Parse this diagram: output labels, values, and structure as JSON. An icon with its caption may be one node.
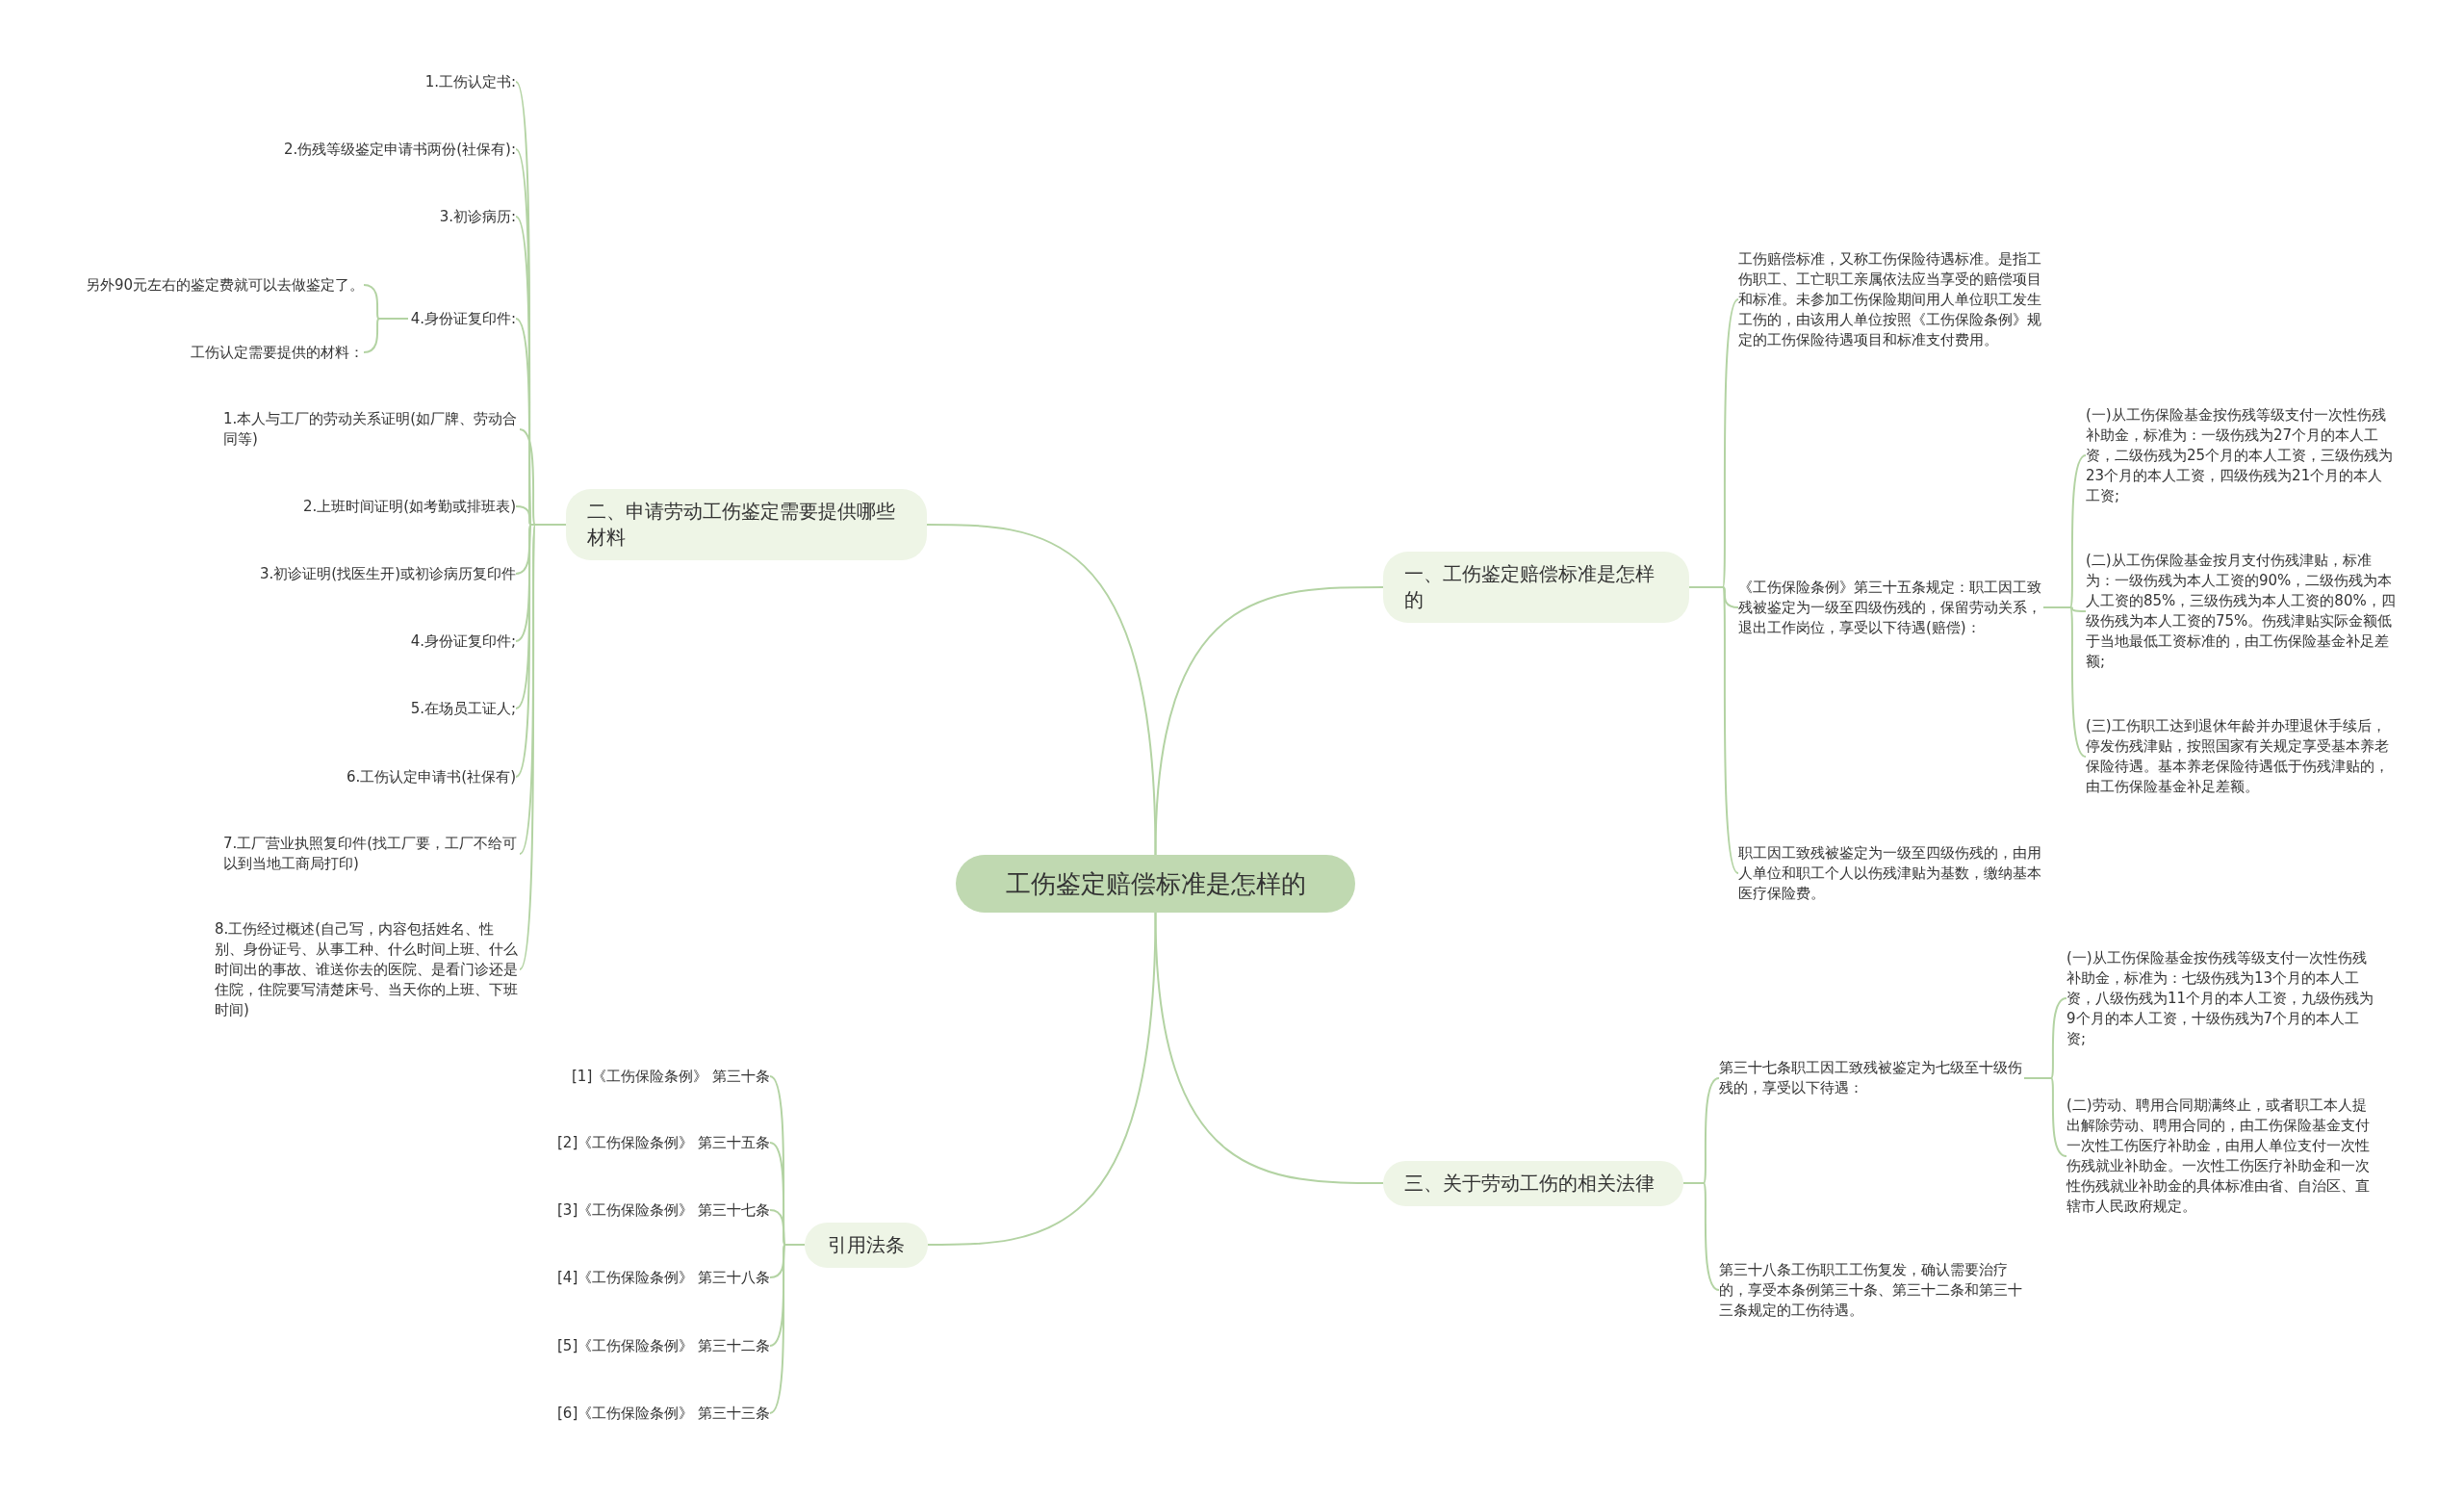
{
  "diagram": {
    "nodes": [
      {
        "text": [
          "工伤鉴定赔偿标准是怎样的"
        ]
      },
      {
        "text": [
          "二、申请劳动工伤鉴定需要提供哪些材料"
        ]
      },
      {
        "text": [
          "1.工伤认定书:"
        ]
      },
      {
        "text": [
          "2.伤残等级鉴定申请书两份(社保有):"
        ]
      },
      {
        "text": [
          "3.初诊病历:"
        ]
      },
      {
        "text": [
          "4.身份证复印件:"
        ]
      },
      {
        "text": [
          "另外90元左右的鉴定费就可以去做鉴定了。"
        ]
      },
      {
        "text": [
          "工伤认定需要提供的材料："
        ]
      },
      {
        "text": [
          "1.本人与工厂的劳动关系证明(如厂牌、劳动合同等)"
        ]
      },
      {
        "text": [
          "2.上班时间证明(如考勤或排班表)"
        ]
      },
      {
        "text": [
          "3.初诊证明(找医生开)或初诊病历复印件"
        ]
      },
      {
        "text": [
          "4.身份证复印件;"
        ]
      },
      {
        "text": [
          "5.在场员工证人;"
        ]
      },
      {
        "text": [
          "6.工伤认定申请书(社保有)"
        ]
      },
      {
        "text": [
          "7.工厂营业执照复印件(找工厂要，工厂不给可以到当地工商局打印)"
        ]
      },
      {
        "text": [
          "8.工伤经过概述(自己写，内容包括姓名、性别、身份证号、从事工种、什么时间上班、什么时间出的事故、谁送你去的医院、是看门诊还是住院，住院要写清楚床号、当天你的上班、下班时间)"
        ]
      },
      {
        "text": [
          "一、工伤鉴定赔偿标准是怎样的"
        ]
      },
      {
        "text": [
          "工伤赔偿标准，又称工伤保险待遇标准。是指工伤职工、工亡职工亲属依法应当享受的赔偿项目和标准。未参加工伤保险期间用人单位职工发生工伤的，由该用人单位按照《工伤保险条例》规定的工伤保险待遇项目和标准支付费用。"
        ]
      },
      {
        "text": [
          "《工伤保险条例》第三十五条规定：职工因工致残被鉴定为一级至四级伤残的，保留劳动关系，退出工作岗位，享受以下待遇(赔偿)："
        ]
      },
      {
        "text": [
          "(一)从工伤保险基金按伤残等级支付一次性伤残补助金，标准为：一级伤残为27个月的本人工资，二级伤残为25个月的本人工资，三级伤残为23个月的本人工资，四级伤残为21个月的本人工资;"
        ]
      },
      {
        "text": [
          "(二)从工伤保险基金按月支付伤残津贴，标准为：一级伤残为本人工资的90%，二级伤残为本人工资的85%，三级伤残为本人工资的80%，四级伤残为本人工资的75%。伤残津贴实际金额低于当地最低工资标准的，由工伤保险基金补足差额;"
        ]
      },
      {
        "text": [
          "(三)工伤职工达到退休年龄并办理退休手续后，停发伤残津贴，按照国家有关规定享受基本养老保险待遇。基本养老保险待遇低于伤残津贴的，由工伤保险基金补足差额。"
        ]
      },
      {
        "text": [
          "职工因工致残被鉴定为一级至四级伤残的，由用人单位和职工个人以伤残津贴为基数，缴纳基本医疗保险费。"
        ]
      },
      {
        "text": [
          "三、关于劳动工伤的相关法律"
        ]
      },
      {
        "text": [
          "第三十七条职工因工致残被鉴定为七级至十级伤残的，享受以下待遇："
        ]
      },
      {
        "text": [
          "(一)从工伤保险基金按伤残等级支付一次性伤残补助金，标准为：七级伤残为13个月的本人工资，八级伤残为11个月的本人工资，九级伤残为9个月的本人工资，十级伤残为7个月的本人工资;"
        ]
      },
      {
        "text": [
          "(二)劳动、聘用合同期满终止，或者职工本人提出解除劳动、聘用合同的，由工伤保险基金支付一次性工伤医疗补助金，由用人单位支付一次性伤残就业补助金。一次性工伤医疗补助金和一次性伤残就业补助金的具体标准由省、自治区、直辖市人民政府规定。"
        ]
      },
      {
        "text": [
          "第三十八条工伤职工工伤复发，确认需要治疗的，享受本条例第三十条、第三十二条和第三十三条规定的工伤待遇。"
        ]
      },
      {
        "text": [
          "引用法条"
        ]
      },
      {
        "text": [
          "[1]《工伤保险条例》 第三十条"
        ]
      },
      {
        "text": [
          "[2]《工伤保险条例》 第三十五条"
        ]
      },
      {
        "text": [
          "[3]《工伤保险条例》 第三十七条"
        ]
      },
      {
        "text": [
          "[4]《工伤保险条例》 第三十八条"
        ]
      },
      {
        "text": [
          "[5]《工伤保险条例》 第三十二条"
        ]
      },
      {
        "text": [
          "[6]《工伤保险条例》 第三十三条"
        ]
      }
    ],
    "edges": [
      {
        "from": 0,
        "to": 1,
        "arrow": "none"
      },
      {
        "from": 1,
        "to": 2,
        "arrow": "none"
      },
      {
        "from": 1,
        "to": 3,
        "arrow": "none"
      },
      {
        "from": 1,
        "to": 4,
        "arrow": "none"
      },
      {
        "from": 1,
        "to": 5,
        "arrow": "none"
      },
      {
        "from": 5,
        "to": 6,
        "arrow": "none"
      },
      {
        "from": 5,
        "to": 7,
        "arrow": "none"
      },
      {
        "from": 1,
        "to": 8,
        "arrow": "none"
      },
      {
        "from": 1,
        "to": 9,
        "arrow": "none"
      },
      {
        "from": 1,
        "to": 10,
        "arrow": "none"
      },
      {
        "from": 1,
        "to": 11,
        "arrow": "none"
      },
      {
        "from": 1,
        "to": 12,
        "arrow": "none"
      },
      {
        "from": 1,
        "to": 13,
        "arrow": "none"
      },
      {
        "from": 1,
        "to": 14,
        "arrow": "none"
      },
      {
        "from": 1,
        "to": 15,
        "arrow": "none"
      },
      {
        "from": 0,
        "to": 16,
        "arrow": "none"
      },
      {
        "from": 16,
        "to": 17,
        "arrow": "none"
      },
      {
        "from": 16,
        "to": 18,
        "arrow": "none"
      },
      {
        "from": 18,
        "to": 19,
        "arrow": "none"
      },
      {
        "from": 18,
        "to": 20,
        "arrow": "none"
      },
      {
        "from": 18,
        "to": 21,
        "arrow": "none"
      },
      {
        "from": 16,
        "to": 22,
        "arrow": "none"
      },
      {
        "from": 0,
        "to": 23,
        "arrow": "none"
      },
      {
        "from": 23,
        "to": 24,
        "arrow": "none"
      },
      {
        "from": 24,
        "to": 25,
        "arrow": "none"
      },
      {
        "from": 24,
        "to": 26,
        "arrow": "none"
      },
      {
        "from": 23,
        "to": 27,
        "arrow": "none"
      },
      {
        "from": 0,
        "to": 28,
        "arrow": "none"
      },
      {
        "from": 28,
        "to": 29,
        "arrow": "none"
      },
      {
        "from": 28,
        "to": 30,
        "arrow": "none"
      },
      {
        "from": 28,
        "to": 31,
        "arrow": "none"
      },
      {
        "from": 28,
        "to": 32,
        "arrow": "none"
      },
      {
        "from": 28,
        "to": 33,
        "arrow": "none"
      },
      {
        "from": 28,
        "to": 34,
        "arrow": "none"
      }
    ]
  }
}
